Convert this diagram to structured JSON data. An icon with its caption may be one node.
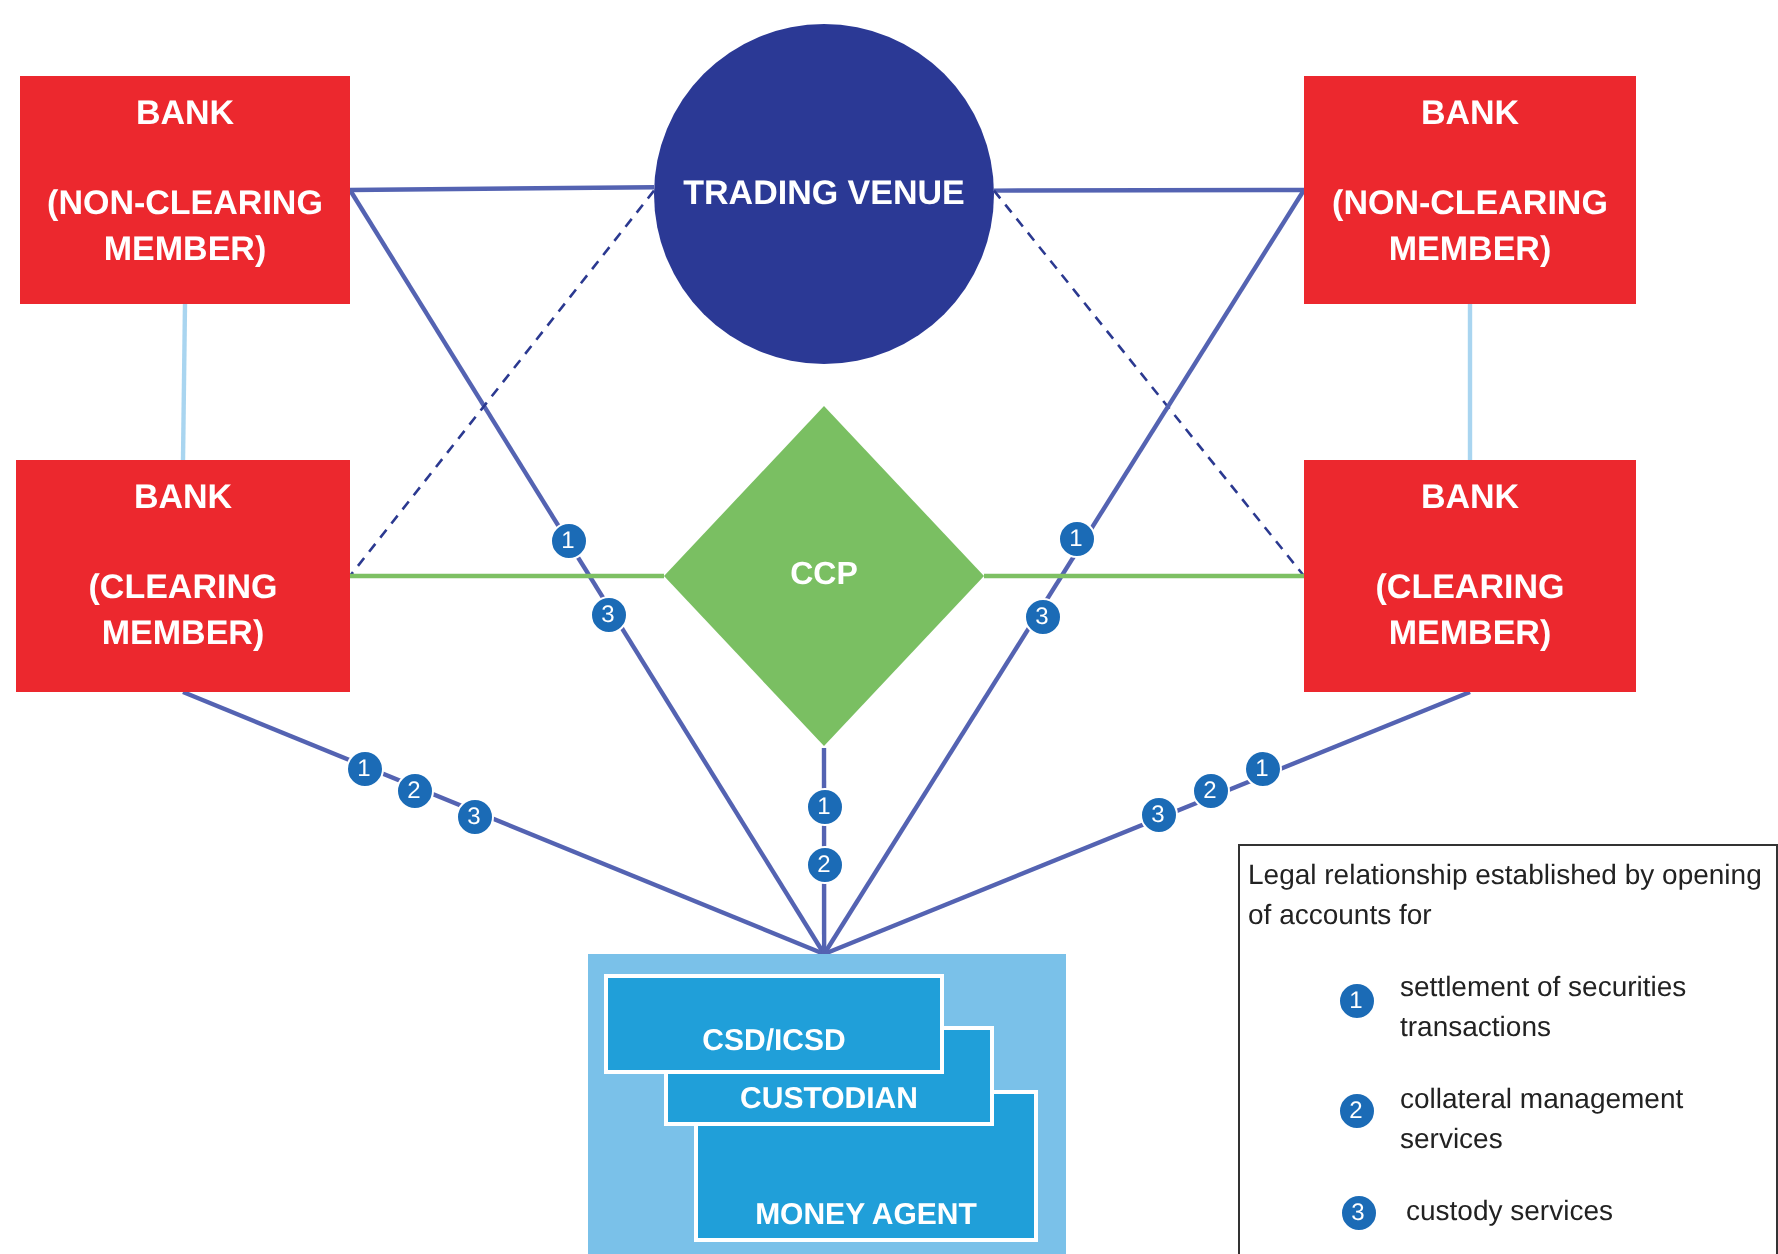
{
  "diagram": {
    "nodes": [
      {
        "text": [
          "BANK",
          "(NON-CLEARING MEMBER)"
        ]
      },
      {
        "text": [
          "TRADING VENUE"
        ]
      },
      {
        "text": [
          "BANK",
          "(NON-CLEARING MEMBER)"
        ]
      },
      {
        "text": [
          "BANK",
          "(CLEARING MEMBER)"
        ]
      },
      {
        "text": [
          "CCP"
        ]
      },
      {
        "text": [
          "BANK",
          "(CLEARING MEMBER)"
        ]
      },
      {
        "text": [],
        "shape": "box"
      },
      {
        "text": [
          "CSD/ICSD"
        ],
        "in": 6
      },
      {
        "text": [
          "CUSTODIAN"
        ],
        "in": 6
      },
      {
        "text": [
          "MONEY AGENT"
        ],
        "in": 6
      }
    ],
    "edges": [
      {
        "from": 0,
        "to": 1,
        "arrow": "none"
      },
      {
        "from": 0,
        "to": 6,
        "arrow": "none"
      },
      {
        "from": 1,
        "to": 3,
        "arrow": "none",
        "style": "dashed",
        "color": "#2b3990"
      },
      {
        "from": 1,
        "to": 2,
        "arrow": "none"
      },
      {
        "from": 1,
        "to": 5,
        "arrow": "none",
        "style": "dashed",
        "color": "#2b3990"
      },
      {
        "from": 2,
        "to": 6,
        "arrow": "none"
      },
      {
        "from": 0,
        "to": 3,
        "arrow": "none",
        "color": "#a9d5f0"
      },
      {
        "from": 2,
        "to": 5,
        "arrow": "none",
        "color": "#a9d5f0"
      },
      {
        "from": 3,
        "to": 4,
        "arrow": "none",
        "color": "#7dc063"
      },
      {
        "from": 4,
        "to": 5,
        "arrow": "none",
        "color": "#7dc063"
      },
      {
        "from": 3,
        "to": 6,
        "arrow": "none"
      },
      {
        "from": 4,
        "to": 6,
        "arrow": "none"
      },
      {
        "from": 5,
        "to": 6,
        "arrow": "none"
      }
    ],
    "labels": [
      "1",
      "1",
      "3",
      "3",
      "1",
      "2",
      "3",
      "1",
      "2",
      "3",
      "2",
      "1",
      "Legal relationship established by opening of accounts for",
      "1",
      "2",
      "3"
    ],
    "legend": [
      {
        "text": "settlement of securities transactions"
      },
      {
        "text": "collateral management services"
      },
      {
        "text": "custody services"
      }
    ]
  }
}
